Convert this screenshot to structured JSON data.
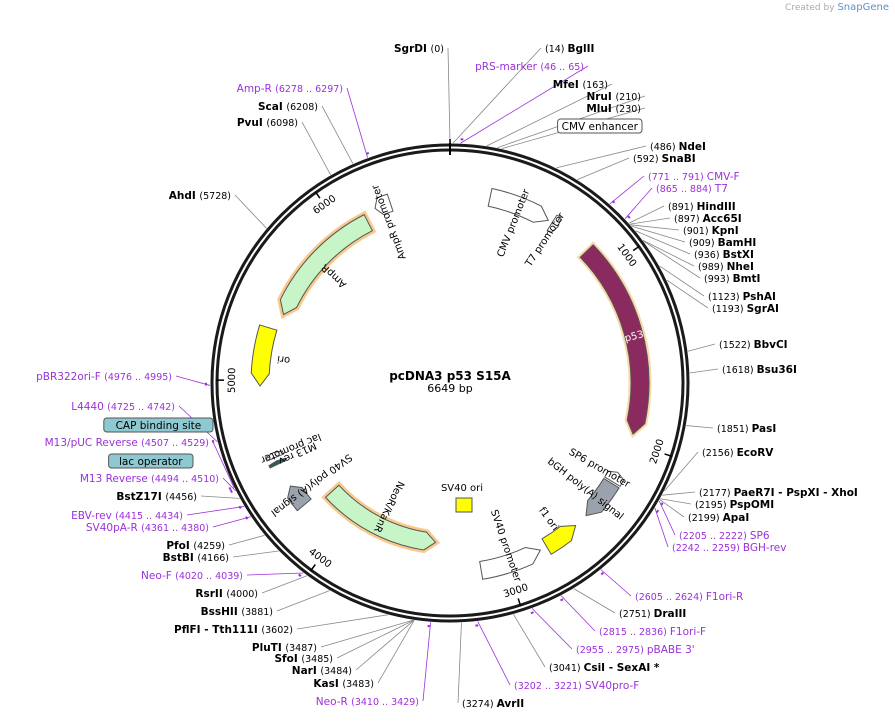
{
  "header": {
    "credit_prefix": "Created by",
    "credit_brand": "SnapGene"
  },
  "plasmid": {
    "name": "pcDNA3 p53 S15A",
    "length_label": "6649 bp",
    "length": 6649
  },
  "colors": {
    "backbone": "#1a1a1a",
    "site": "#000000",
    "primer": "#9b30d9",
    "p53": "#8b2a5e",
    "ori": "#ffff00",
    "ampr": "#c8f5c8",
    "neor": "#c8f5c8",
    "promoter": "#ffffff",
    "polyA": "#9aa3ad",
    "orf_highlight": "#f5b25a",
    "orf_arrow": "#3a8a1e",
    "misc_box": "#8ec8d0"
  },
  "ticks": [
    {
      "bp": 1000,
      "label": "1000"
    },
    {
      "bp": 2000,
      "label": "2000"
    },
    {
      "bp": 3000,
      "label": "3000"
    },
    {
      "bp": 4000,
      "label": "4000"
    },
    {
      "bp": 5000,
      "label": "5000"
    },
    {
      "bp": 6000,
      "label": "6000"
    }
  ],
  "features": [
    {
      "id": "ampr",
      "label": "AmpR",
      "start": 5400,
      "end": 6150,
      "dir": -1,
      "track": 1,
      "kind": "ampr"
    },
    {
      "id": "ampr-prom",
      "label": "AmpR promoter",
      "start": 6220,
      "end": 6310,
      "dir": -1,
      "track": 1,
      "kind": "promoter"
    },
    {
      "id": "cmv-prom",
      "label": "CMV promoter",
      "start": 225,
      "end": 575,
      "dir": 1,
      "track": 1,
      "kind": "promoter"
    },
    {
      "id": "t7-prom",
      "label": "T7 promoter",
      "start": 600,
      "end": 640,
      "dir": 1,
      "track": 1,
      "kind": "promoter"
    },
    {
      "id": "p53",
      "label": "p53",
      "start": 850,
      "end": 1950,
      "dir": 1,
      "track": 1,
      "kind": "p53"
    },
    {
      "id": "sp6-prom",
      "label": "SP6 promoter",
      "start": 2180,
      "end": 2240,
      "dir": -1,
      "track": 1,
      "kind": "promoter"
    },
    {
      "id": "bgh",
      "label": "bGH poly(A) signal",
      "start": 2250,
      "end": 2480,
      "dir": 1,
      "track": 1,
      "kind": "polyA"
    },
    {
      "id": "f1ori",
      "label": "f1 ori",
      "start": 2560,
      "end": 2760,
      "dir": -1,
      "track": 1,
      "kind": "ori"
    },
    {
      "id": "sv40-prom",
      "label": "SV40 promoter",
      "start": 2800,
      "end": 3150,
      "dir": -1,
      "track": 1,
      "kind": "promoter"
    },
    {
      "id": "neor",
      "label": "NeoR/KanR",
      "start": 3420,
      "end": 4200,
      "dir": -1,
      "track": 1,
      "kind": "neor"
    },
    {
      "id": "sv40pa",
      "label": "SV40 poly(A) signal",
      "start": 4250,
      "end": 4380,
      "dir": 1,
      "track": 1,
      "kind": "polyA"
    },
    {
      "id": "m13rev",
      "label": "M13 rev",
      "start": 4520,
      "end": 4540,
      "dir": 1,
      "track": 1,
      "kind": "misc"
    },
    {
      "id": "lac-prom",
      "label": "lac promoter",
      "start": 4560,
      "end": 4590,
      "dir": 1,
      "track": 1,
      "kind": "promoter"
    },
    {
      "id": "ori",
      "label": "ori",
      "start": 4970,
      "end": 5300,
      "dir": -1,
      "track": 1,
      "kind": "ori"
    }
  ],
  "center_labels": [
    {
      "id": "sv40ori",
      "label": "SV40 ori"
    }
  ],
  "left_labels": [
    {
      "id": "ampR-primer",
      "pos": "(6278 .. 6297)",
      "name": "Amp-R",
      "type": "primer"
    },
    {
      "id": "scaI",
      "pos": "(6208)",
      "name": "ScaI",
      "type": "site"
    },
    {
      "id": "pvuI",
      "pos": "(6098)",
      "name": "PvuI",
      "type": "site"
    },
    {
      "id": "ahdI",
      "pos": "(5728)",
      "name": "AhdI",
      "type": "site"
    },
    {
      "id": "pbr322",
      "pos": "(4976 .. 4995)",
      "name": "pBR322ori-F",
      "type": "primer"
    },
    {
      "id": "l4440",
      "pos": "(4725 .. 4742)",
      "name": "L4440",
      "type": "primer"
    },
    {
      "id": "cap",
      "pos": "",
      "name": "CAP binding site",
      "type": "box"
    },
    {
      "id": "m13puc",
      "pos": "(4507 .. 4529)",
      "name": "M13/pUC Reverse",
      "type": "primer"
    },
    {
      "id": "lacop",
      "pos": "",
      "name": "lac operator",
      "type": "box"
    },
    {
      "id": "m13rev-p",
      "pos": "(4494 .. 4510)",
      "name": "M13 Reverse",
      "type": "primer"
    },
    {
      "id": "bstz17i",
      "pos": "(4456)",
      "name": "BstZ17I",
      "type": "site"
    },
    {
      "id": "ebvrev",
      "pos": "(4415 .. 4434)",
      "name": "EBV-rev",
      "type": "primer"
    },
    {
      "id": "sv40par",
      "pos": "(4361 .. 4380)",
      "name": "SV40pA-R",
      "type": "primer"
    },
    {
      "id": "pfoi",
      "pos": "(4259)",
      "name": "PfoI",
      "type": "site"
    },
    {
      "id": "bstbi",
      "pos": "(4166)",
      "name": "BstBI",
      "type": "site"
    },
    {
      "id": "neof",
      "pos": "(4020 .. 4039)",
      "name": "Neo-F",
      "type": "primer"
    },
    {
      "id": "rsrii",
      "pos": "(4000)",
      "name": "RsrII",
      "type": "site"
    },
    {
      "id": "bsshii",
      "pos": "(3881)",
      "name": "BssHII",
      "type": "site"
    },
    {
      "id": "pflfi",
      "pos": "(3602)",
      "name": "PflFI  -  Tth111I",
      "type": "site"
    },
    {
      "id": "pluti",
      "pos": "(3487)",
      "name": "PluTI",
      "type": "site"
    },
    {
      "id": "sfoi",
      "pos": "(3485)",
      "name": "SfoI",
      "type": "site"
    },
    {
      "id": "nari",
      "pos": "(3484)",
      "name": "NarI",
      "type": "site"
    },
    {
      "id": "kasi",
      "pos": "(3483)",
      "name": "KasI",
      "type": "site"
    },
    {
      "id": "neor-p",
      "pos": "(3410 .. 3429)",
      "name": "Neo-R",
      "type": "primer"
    }
  ],
  "top_labels": [
    {
      "id": "sgrdi",
      "pos": "(0)",
      "name": "SgrDI",
      "type": "site"
    },
    {
      "id": "bglii",
      "pos": "(14)",
      "name": "BglII",
      "type": "site"
    },
    {
      "id": "prs",
      "pos": "(46 .. 65)",
      "name": "pRS-marker",
      "type": "primer"
    },
    {
      "id": "mfei",
      "pos": "(163)",
      "name": "MfeI",
      "type": "site"
    },
    {
      "id": "nrui",
      "pos": "(210)",
      "name": "NruI",
      "type": "site"
    },
    {
      "id": "mlui",
      "pos": "(230)",
      "name": "MluI",
      "type": "site"
    },
    {
      "id": "cmvenh",
      "pos": "",
      "name": "CMV enhancer",
      "type": "box"
    }
  ],
  "right_labels": [
    {
      "id": "ndei",
      "pos": "(486)",
      "name": "NdeI",
      "type": "site"
    },
    {
      "id": "snabi",
      "pos": "(592)",
      "name": "SnaBI",
      "type": "site"
    },
    {
      "id": "cmvf",
      "pos": "(771 .. 791)",
      "name": "CMV-F",
      "type": "primer"
    },
    {
      "id": "t7",
      "pos": "(865 .. 884)",
      "name": "T7",
      "type": "primer"
    },
    {
      "id": "hindiii",
      "pos": "(891)",
      "name": "HindIII",
      "type": "site"
    },
    {
      "id": "acc65i",
      "pos": "(897)",
      "name": "Acc65I",
      "type": "site"
    },
    {
      "id": "kpni",
      "pos": "(901)",
      "name": "KpnI",
      "type": "site"
    },
    {
      "id": "bamhi",
      "pos": "(909)",
      "name": "BamHI",
      "type": "site"
    },
    {
      "id": "bstxi",
      "pos": "(936)",
      "name": "BstXI",
      "type": "site"
    },
    {
      "id": "nhei",
      "pos": "(989)",
      "name": "NheI",
      "type": "site"
    },
    {
      "id": "bmti",
      "pos": "(993)",
      "name": "BmtI",
      "type": "site"
    },
    {
      "id": "pshai",
      "pos": "(1123)",
      "name": "PshAI",
      "type": "site"
    },
    {
      "id": "sgrai",
      "pos": "(1193)",
      "name": "SgrAI",
      "type": "site"
    },
    {
      "id": "bbvci",
      "pos": "(1522)",
      "name": "BbvCI",
      "type": "site"
    },
    {
      "id": "bsu36i",
      "pos": "(1618)",
      "name": "Bsu36I",
      "type": "site"
    },
    {
      "id": "pasi",
      "pos": "(1851)",
      "name": "PasI",
      "type": "site"
    },
    {
      "id": "ecorv",
      "pos": "(2156)",
      "name": "EcoRV",
      "type": "site"
    },
    {
      "id": "paer7i",
      "pos": "(2177)",
      "name": "PaeR7I  -  PspXI  -  XhoI",
      "type": "site"
    },
    {
      "id": "pspomi",
      "pos": "(2195)",
      "name": "PspOMI",
      "type": "site"
    },
    {
      "id": "apai",
      "pos": "(2199)",
      "name": "ApaI",
      "type": "site"
    },
    {
      "id": "sp6",
      "pos": "(2205 .. 2222)",
      "name": "SP6",
      "type": "primer"
    },
    {
      "id": "bghrev",
      "pos": "(2242 .. 2259)",
      "name": "BGH-rev",
      "type": "primer"
    }
  ],
  "bottom_labels": [
    {
      "id": "f1orir",
      "pos": "(2605 .. 2624)",
      "name": "F1ori-R",
      "type": "primer"
    },
    {
      "id": "draiii",
      "pos": "(2751)",
      "name": "DraIII",
      "type": "site"
    },
    {
      "id": "f1orif",
      "pos": "(2815 .. 2836)",
      "name": "F1ori-F",
      "type": "primer"
    },
    {
      "id": "pbabe",
      "pos": "(2955 .. 2975)",
      "name": "pBABE 3'",
      "type": "primer"
    },
    {
      "id": "csii",
      "pos": "(3041)",
      "name": "CsiI  -  SexAI *",
      "type": "site"
    },
    {
      "id": "sv40prof",
      "pos": "(3202 .. 3221)",
      "name": "SV40pro-F",
      "type": "primer"
    },
    {
      "id": "avrii",
      "pos": "(3274)",
      "name": "AvrII",
      "type": "site"
    }
  ]
}
